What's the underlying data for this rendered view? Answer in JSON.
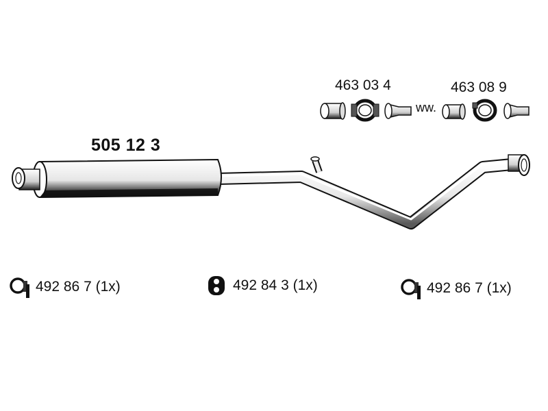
{
  "main_part": {
    "number": "505 12 3"
  },
  "fitting_kits": [
    {
      "number": "463 03 4"
    },
    {
      "number": "463 08 9"
    }
  ],
  "connector_text": "ww.",
  "accessories": [
    {
      "icon": "pipe-clamp-icon",
      "label": "492 86 7 (1x)"
    },
    {
      "icon": "rubber-hanger-icon",
      "label": "492 84 3 (1x)"
    },
    {
      "icon": "pipe-clamp-icon",
      "label": "492 86 7 (1x)"
    }
  ]
}
